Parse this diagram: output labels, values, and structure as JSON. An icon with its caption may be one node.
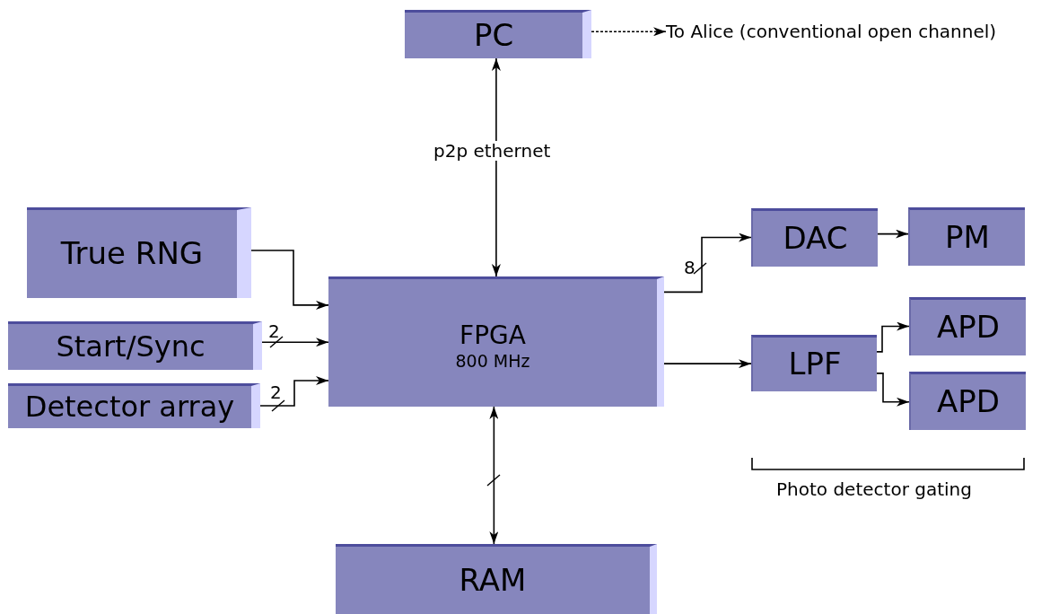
{
  "diagram": {
    "nodes": [
      {
        "text": [
          "PC"
        ]
      },
      {
        "text": [
          "To Alice (conventional open channel)"
        ]
      },
      {
        "text": [
          "True RNG"
        ]
      },
      {
        "text": [
          "Start/Sync"
        ]
      },
      {
        "text": [
          "Detector array"
        ]
      },
      {
        "text": [
          "FPGA",
          "800 MHz"
        ]
      },
      {
        "text": [
          "DAC"
        ]
      },
      {
        "text": [
          "PM"
        ]
      },
      {
        "text": [
          "LPF"
        ]
      },
      {
        "text": [
          "APD"
        ]
      },
      {
        "text": [
          "APD"
        ]
      },
      {
        "text": [
          "RAM"
        ]
      }
    ],
    "edges": [
      {
        "from": 0,
        "to": 1,
        "arrow": "to",
        "style": "dashed"
      },
      {
        "from": 0,
        "to": 5,
        "arrow": "both",
        "label": "p2p ethernet"
      },
      {
        "from": 2,
        "to": 5,
        "arrow": "to"
      },
      {
        "from": 3,
        "to": 5,
        "arrow": "to",
        "label": "2"
      },
      {
        "from": 4,
        "to": 5,
        "arrow": "to",
        "label": "2"
      },
      {
        "from": 5,
        "to": 6,
        "arrow": "to",
        "label": "8"
      },
      {
        "from": 6,
        "to": 7,
        "arrow": "to"
      },
      {
        "from": 5,
        "to": 8,
        "arrow": "to"
      },
      {
        "from": 8,
        "to": 9,
        "arrow": "to"
      },
      {
        "from": 8,
        "to": 10,
        "arrow": "to"
      },
      {
        "from": 5,
        "to": 11,
        "arrow": "both"
      }
    ],
    "labels": [
      "Photo detector gating"
    ]
  }
}
